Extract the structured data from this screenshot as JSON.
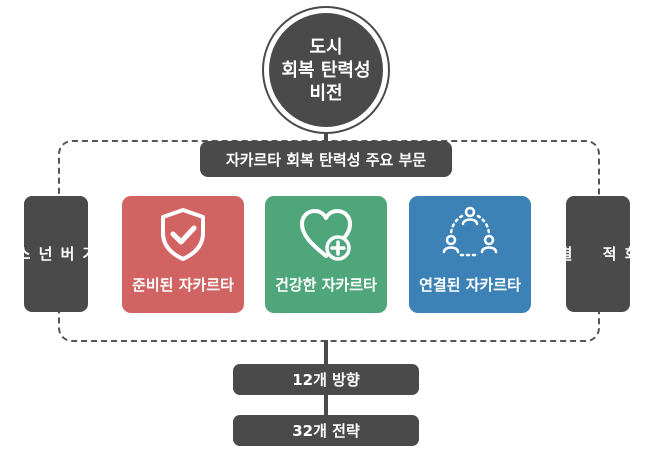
{
  "vision": {
    "line1": "도시",
    "line2": "회복 탄력성",
    "line3": "비전"
  },
  "sectors_header": "자카르타 회복 탄력성 주요 부문",
  "governance": "거\n버\n넌\n스",
  "social_cohesion": "사\n회\n적\n \n결\n속",
  "sectors": [
    {
      "label": "준비된 자카르타",
      "icon": "shield-check-icon",
      "color": "#d16462"
    },
    {
      "label": "건강한 자카르타",
      "icon": "heart-plus-icon",
      "color": "#4fa67b"
    },
    {
      "label": "연결된 자카르타",
      "icon": "people-network-icon",
      "color": "#3d82b6"
    }
  ],
  "outputs": {
    "directions": "12개 방향",
    "strategies": "32개 전략"
  },
  "colors": {
    "dark": "#4a4a4a",
    "ready": "#d16462",
    "healthy": "#4fa67b",
    "connected": "#3d82b6"
  }
}
